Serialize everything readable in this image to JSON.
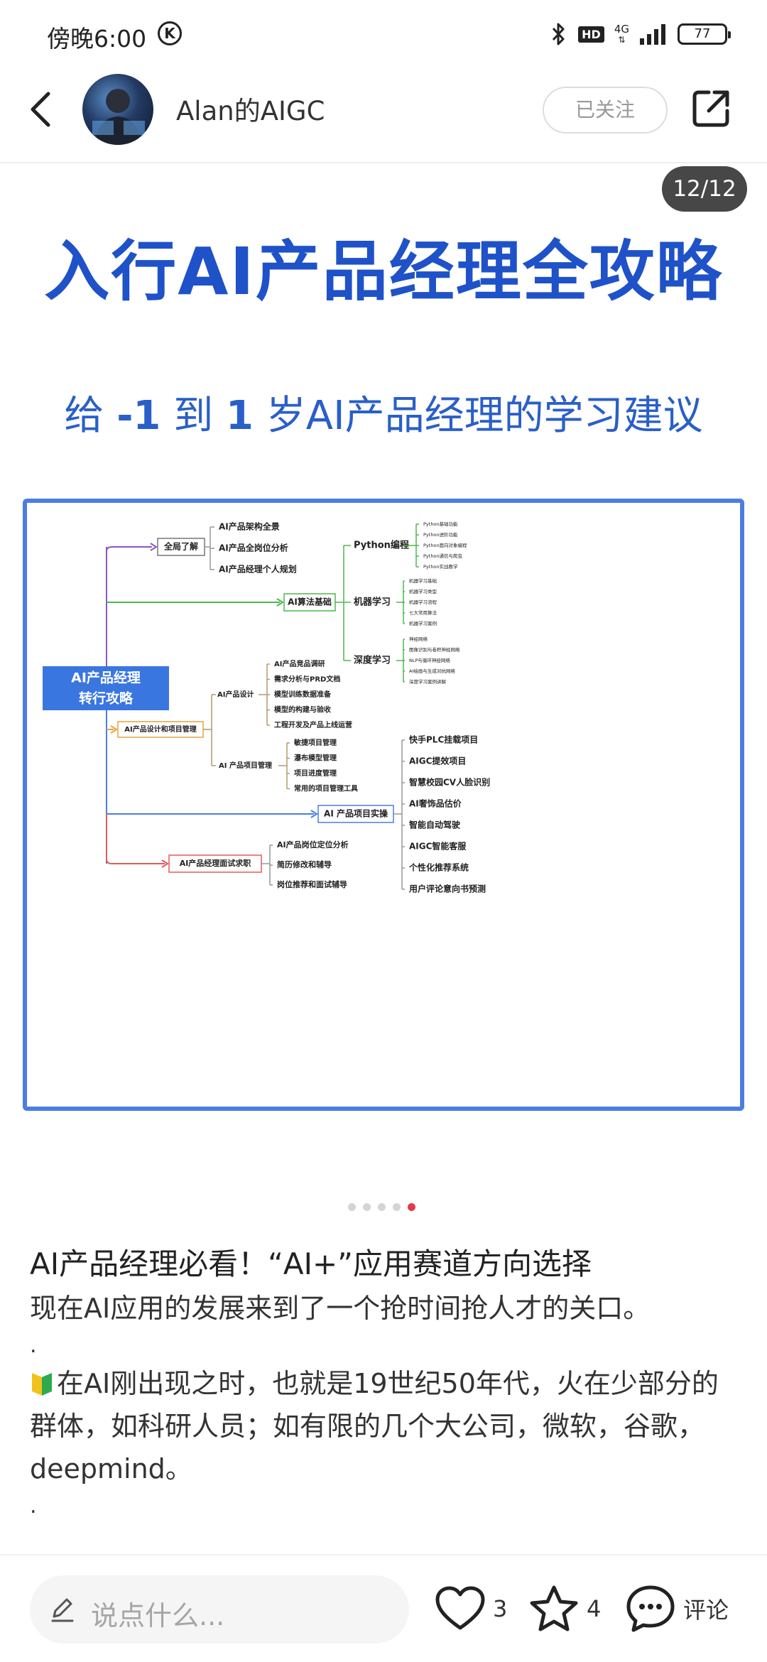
{
  "status_bar": {
    "time": "傍晚6:00",
    "k_glyph": "K",
    "hd": "HD",
    "network": "4G",
    "battery": "77"
  },
  "header": {
    "author_name": "Alan的AIGC",
    "follow_label": "已关注"
  },
  "gallery": {
    "counter": "12/12",
    "title": "入行AI产品经理全攻略",
    "subtitle_parts": [
      "给 ",
      "-1",
      " 到 ",
      "1",
      " 岁AI产品经理的学习建议"
    ],
    "dots_total": 5,
    "dots_active_index": 4
  },
  "mindmap": {
    "root": [
      "AI产品经理",
      "转行攻略"
    ],
    "b1": {
      "label": "全局了解",
      "items": [
        "AI产品架构全景",
        "AI产品全岗位分析",
        "AI产品经理个人规划"
      ]
    },
    "b2": {
      "label": "AI算法基础",
      "python": {
        "label": "Python编程",
        "items": [
          "Python基础功能",
          "Python进阶功能",
          "Python面向对象编程",
          "Python通信与爬虫",
          "Python实战教学"
        ]
      },
      "ml": {
        "label": "机器学习",
        "items": [
          "机器学习基础",
          "机器学习类型",
          "机器学习流程",
          "七大常用算法",
          "机器学习案例"
        ]
      },
      "dl": {
        "label": "深度学习",
        "items": [
          "神经网络",
          "图像识别与卷积神经网络",
          "NLP与循环神经网络",
          "AI绘画与生成对抗网络",
          "深度学习案例讲解"
        ]
      }
    },
    "b3": {
      "label": "AI产品设计和项目管理",
      "design": {
        "label": "AI产品设计",
        "items": [
          "AI产品竞品调研",
          "需求分析与PRD文档",
          "模型训练数据准备",
          "模型的构建与验收",
          "工程开发及产品上线运营"
        ]
      },
      "pm": {
        "label": "AI 产品项目管理",
        "items": [
          "敏捷项目管理",
          "瀑布模型管理",
          "项目进度管理",
          "常用的项目管理工具"
        ]
      }
    },
    "b4": {
      "label": "AI 产品项目实操",
      "items": [
        "快手PLC挂载项目",
        "AIGC提效项目",
        "智慧校园CV人脸识别",
        "AI奢饰品估价",
        "智能自动驾驶",
        "AIGC智能客服",
        "个性化推荐系统",
        "用户评论意向书预测"
      ]
    },
    "b5": {
      "label": "AI产品经理面试求职",
      "items": [
        "AI产品岗位定位分析",
        "简历修改和辅导",
        "岗位推荐和面试辅导"
      ]
    },
    "colors": {
      "b1": "#8a56c8",
      "b2": "#4cb84a",
      "b3": "#e8a43a",
      "b4": "#4a7ee0",
      "b5": "#e35a5a",
      "root": "#3a76e0"
    }
  },
  "article": {
    "title": "AI产品经理必看！“AI+”应用赛道方向选择",
    "para1": "现在AI应用的发展来到了一个抢时间抢人才的关口。",
    "sep": ".",
    "para2": "在AI刚出现之时，也就是19世纪50年代，火在少部分的群体，如科研人员；如有限的几个大公司，微软，谷歌，deepmind。",
    "sep2": "."
  },
  "bottom_bar": {
    "comment_placeholder": "说点什么...",
    "likes": "3",
    "favorites": "4",
    "comment_label": "评论"
  }
}
